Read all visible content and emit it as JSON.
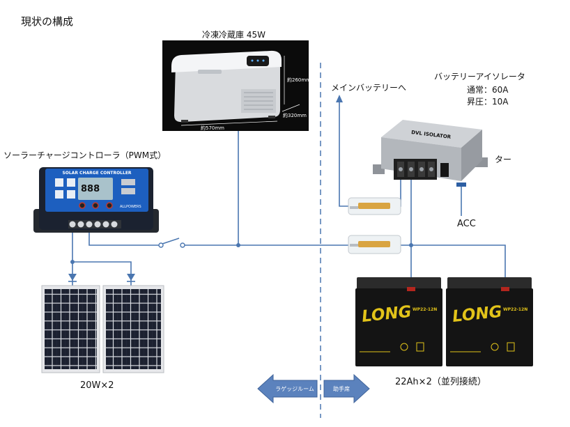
{
  "page": {
    "title": "現状の構成"
  },
  "fridge": {
    "label": "冷凍冷蔵庫 45W",
    "dim_height": "約260mm",
    "dim_width": "約570mm",
    "dim_depth": "約320mm"
  },
  "main_battery": {
    "label": "メインバッテリーへ"
  },
  "isolator": {
    "title": "バッテリーアイソレータ",
    "normal_current": "通常：60A",
    "boost_current": "昇圧：10A",
    "device_label": "DVL ISOLATOR",
    "side_label": "ター",
    "acc_label": "ACC"
  },
  "controller": {
    "label": "ソーラーチャージコントローラ（PWM式）",
    "device_title": "SOLAR CHARGE CONTROLLER",
    "display_value": "888",
    "brand": "ALLPOWERS"
  },
  "solar_panels": {
    "label": "20W×2"
  },
  "batteries": {
    "label": "22Ah×2（並列接続）",
    "brand": "LONG",
    "model": "WP22-12N"
  },
  "zones": {
    "left_label": "ラゲッジルーム",
    "right_label": "助手席"
  },
  "colors": {
    "wire": "#4a76b0",
    "arrow": "#5b82bd",
    "battery_text": "#e2c319",
    "controller_panel": "#1d5fbf"
  }
}
